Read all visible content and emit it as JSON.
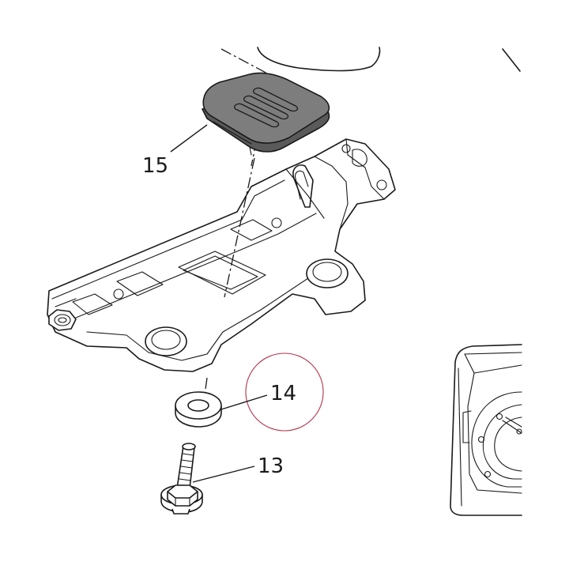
{
  "callouts": [
    {
      "id": "15",
      "label": "15"
    },
    {
      "id": "14",
      "label": "14"
    },
    {
      "id": "13",
      "label": "13"
    }
  ],
  "colors": {
    "line": "#1a1a1a",
    "cap_fill": "#7d7d7d",
    "cap_dark": "#5a5a5a",
    "highlight_circle": "#b4334a",
    "background": "#ffffff"
  },
  "highlight": {
    "target": "14"
  }
}
